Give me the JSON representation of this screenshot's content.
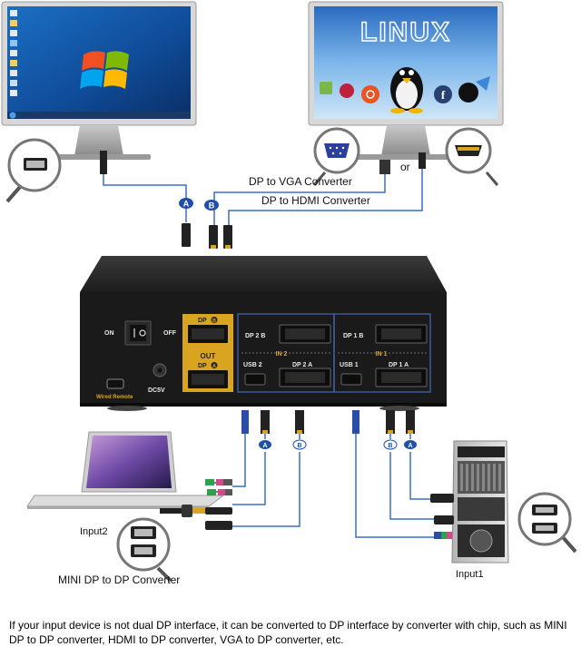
{
  "monitors": {
    "left": {
      "os": "windows"
    },
    "right": {
      "title": "LINUX"
    }
  },
  "converters": {
    "dp_to_vga": "DP to VGA Converter",
    "dp_to_hdmi": "DP to HDMI Converter",
    "or_text": "or"
  },
  "badges": {
    "a": "A",
    "b": "B"
  },
  "kvm_panel": {
    "on": "ON",
    "off": "OFF",
    "dp_b_out": "DP",
    "dp_b_num": "B",
    "out": "OUT",
    "dp_a_out": "DP",
    "dp_a_num": "A",
    "wired_remote": "Wired Remote",
    "dc5v": "DC5V",
    "in2_dp_b": "DP 2 B",
    "in2_label": "IN 2",
    "in2_usb": "USB 2",
    "in2_dp_a": "DP 2 A",
    "in1_dp_b": "DP 1 B",
    "in1_label": "IN 1",
    "in1_usb": "USB 1",
    "in1_dp_a": "DP 1 A"
  },
  "labels": {
    "input2": "Input2",
    "input1": "Input1",
    "mini_dp": "MINI DP to DP Converter"
  },
  "caption": "If your input device is not dual DP interface, it can be converted to DP  interface by converter with chip, such as MINI DP to DP converter, HDMI to DP converter, VGA to DP converter, etc.",
  "colors": {
    "gold": "#d9a520",
    "blue_frame": "#3a5a9a",
    "cable_blue": "#3a6ec8",
    "badge_blue": "#1f4fa8"
  }
}
